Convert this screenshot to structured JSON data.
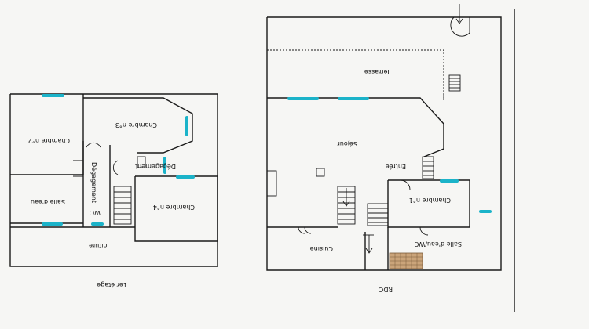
{
  "floor_1": {
    "caption": "1er étage",
    "rooms": {
      "chambre2": "Chambre n°2",
      "chambre3": "Chambre n°3",
      "chambre4": "Chambre n°4",
      "salle_eau": "Salle d'eau",
      "degagement_a": "Dégagement",
      "degagement_b": "Dégagement",
      "wc": "WC",
      "toiture": "Toiture"
    }
  },
  "ground_floor": {
    "caption": "RDC",
    "rooms": {
      "terrasse": "Terrasse",
      "sejour": "Séjour",
      "entree": "Entrée",
      "chambre1": "Chambre n°1",
      "cuisine": "Cuisine",
      "salle_eau_wc": "Salle d'eau/WC"
    }
  },
  "colors": {
    "window_marker": "#1bb3c9",
    "wall": "#1a1a1a",
    "paper": "#f6f6f4"
  }
}
